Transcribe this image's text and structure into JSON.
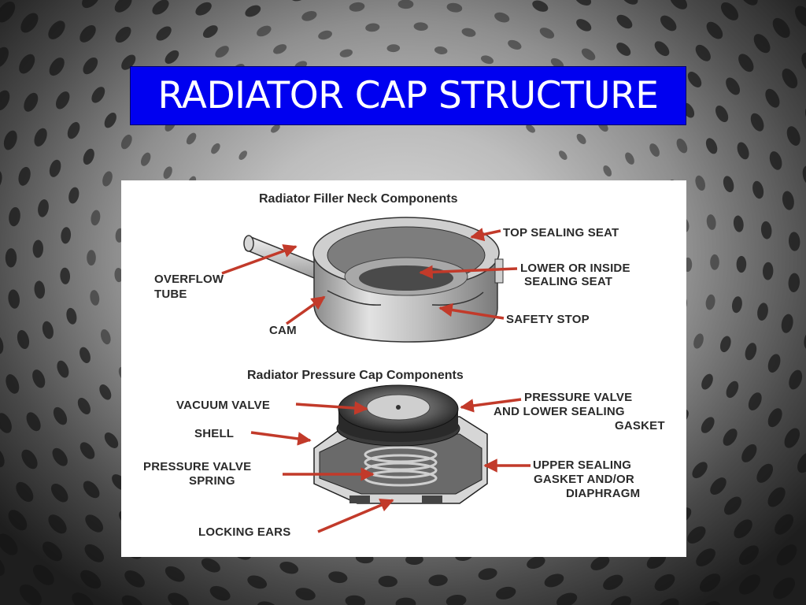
{
  "slide": {
    "title": "RADIATOR CAP STRUCTURE"
  },
  "diagram": {
    "filler_neck": {
      "heading": "Radiator Filler Neck Components",
      "labels": {
        "top_sealing_seat": "TOP SEALING SEAT",
        "lower_sealing_seat_1": "LOWER OR INSIDE",
        "lower_sealing_seat_2": "SEALING SEAT",
        "overflow_tube_1": "OVERFLOW",
        "overflow_tube_2": "TUBE",
        "cam": "CAM",
        "safety_stop": "SAFETY STOP"
      }
    },
    "pressure_cap": {
      "heading": "Radiator Pressure Cap Components",
      "labels": {
        "vacuum_valve": "VACUUM VALVE",
        "shell": "SHELL",
        "pressure_valve_spring_1": "PRESSURE VALVE",
        "pressure_valve_spring_2": "SPRING",
        "locking_ears": "LOCKING EARS",
        "pressure_valve_gasket_1": "PRESSURE VALVE",
        "pressure_valve_gasket_2": "AND LOWER SEALING",
        "pressure_valve_gasket_3": "GASKET",
        "upper_gasket_1": "UPPER SEALING",
        "upper_gasket_2": "GASKET AND/OR",
        "upper_gasket_3": "DIAPHRAGM"
      }
    },
    "arrow_color": "#c23a2a"
  }
}
